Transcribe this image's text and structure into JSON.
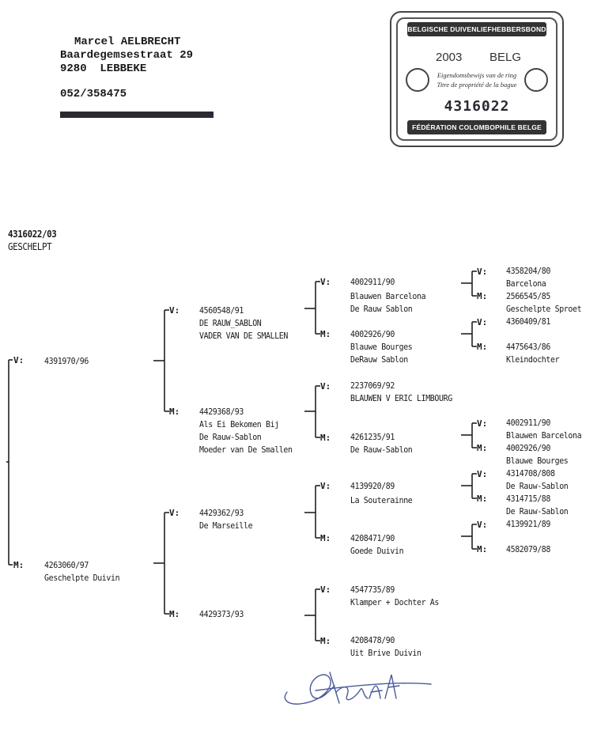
{
  "owner": {
    "name": "Marcel AELBRECHT",
    "street": "Baardegemsestraat 29",
    "city": "9280  LEBBEKE",
    "phone": "052/358475"
  },
  "certificate": {
    "top_text": "BELGISCHE DUIVENLIEFHEBBERSBOND",
    "year": "2003",
    "country": "BELG",
    "line1": "Eigendomsbewijs van de ring",
    "line2": "Titre de propriété de la bague",
    "ring_number": "4316022",
    "bottom_text": "FÉDÉRATION COLOMBOPHILE BELGE"
  },
  "subject": {
    "ring": "4316022/03",
    "color": "GESCHELPT"
  },
  "labels": {
    "father": "V:",
    "mother": "M:"
  },
  "pedigree": {
    "v": {
      "ring": "4391970/96"
    },
    "m": {
      "ring": "4263060/97",
      "name": "Geschelpte Duivin"
    },
    "vv": {
      "ring": "4560548/91",
      "line1": "DE RAUW_SABLON",
      "line2": "VADER VAN DE SMALLEN"
    },
    "vm": {
      "ring": "4429368/93",
      "line1": "Als Ei Bekomen Bij",
      "line2": "De Rauw-Sablon",
      "line3": "Moeder van De Smallen"
    },
    "mv": {
      "ring": "4429362/93",
      "line1": "De Marseille"
    },
    "mm": {
      "ring": "4429373/93"
    },
    "vvv": {
      "ring": "4002911/90",
      "line1": "Blauwen Barcelona",
      "line2": "De Rauw Sablon"
    },
    "vvm": {
      "ring": "4002926/90",
      "line1": "Blauwe Bourges",
      "line2": "DeRauw Sablon"
    },
    "vmv": {
      "ring": "2237069/92",
      "line1": "BLAUWEN V ERIC LIMBOURG"
    },
    "vmm": {
      "ring": "4261235/91",
      "line1": "De Rauw-Sablon"
    },
    "mvv": {
      "ring": "4139920/89",
      "line1": "La Souterainne"
    },
    "mvm": {
      "ring": "4208471/90",
      "line1": "Goede Duivin"
    },
    "mmv": {
      "ring": "4547735/89",
      "line1": "Klamper + Dochter As"
    },
    "mmm": {
      "ring": "4208478/90",
      "line1": "Uit Brive Duivin"
    },
    "g1v": {
      "ring": "4358204/80",
      "line1": "Barcelona"
    },
    "g1m": {
      "ring": "2566545/85",
      "line1": "Geschelpte Sproet"
    },
    "g2v": {
      "ring": "4360409/81"
    },
    "g2m": {
      "ring": "4475643/86",
      "line1": "Kleindochter"
    },
    "g3v": {
      "ring": "4002911/90",
      "line1": "Blauwen Barcelona"
    },
    "g3m": {
      "ring": "4002926/90",
      "line1": "Blauwe Bourges"
    },
    "g4v": {
      "ring": "4314708/808",
      "line1": "De Rauw-Sablon"
    },
    "g4m": {
      "ring": "4314715/88",
      "line1": "De Rauw-Sablon"
    },
    "g5v": {
      "ring": "4139921/89"
    },
    "g5m": {
      "ring": "4582079/88"
    }
  },
  "colors": {
    "ink": "#1a1a1a",
    "bar": "#2a2a33",
    "signature": "#4a5a9a"
  }
}
